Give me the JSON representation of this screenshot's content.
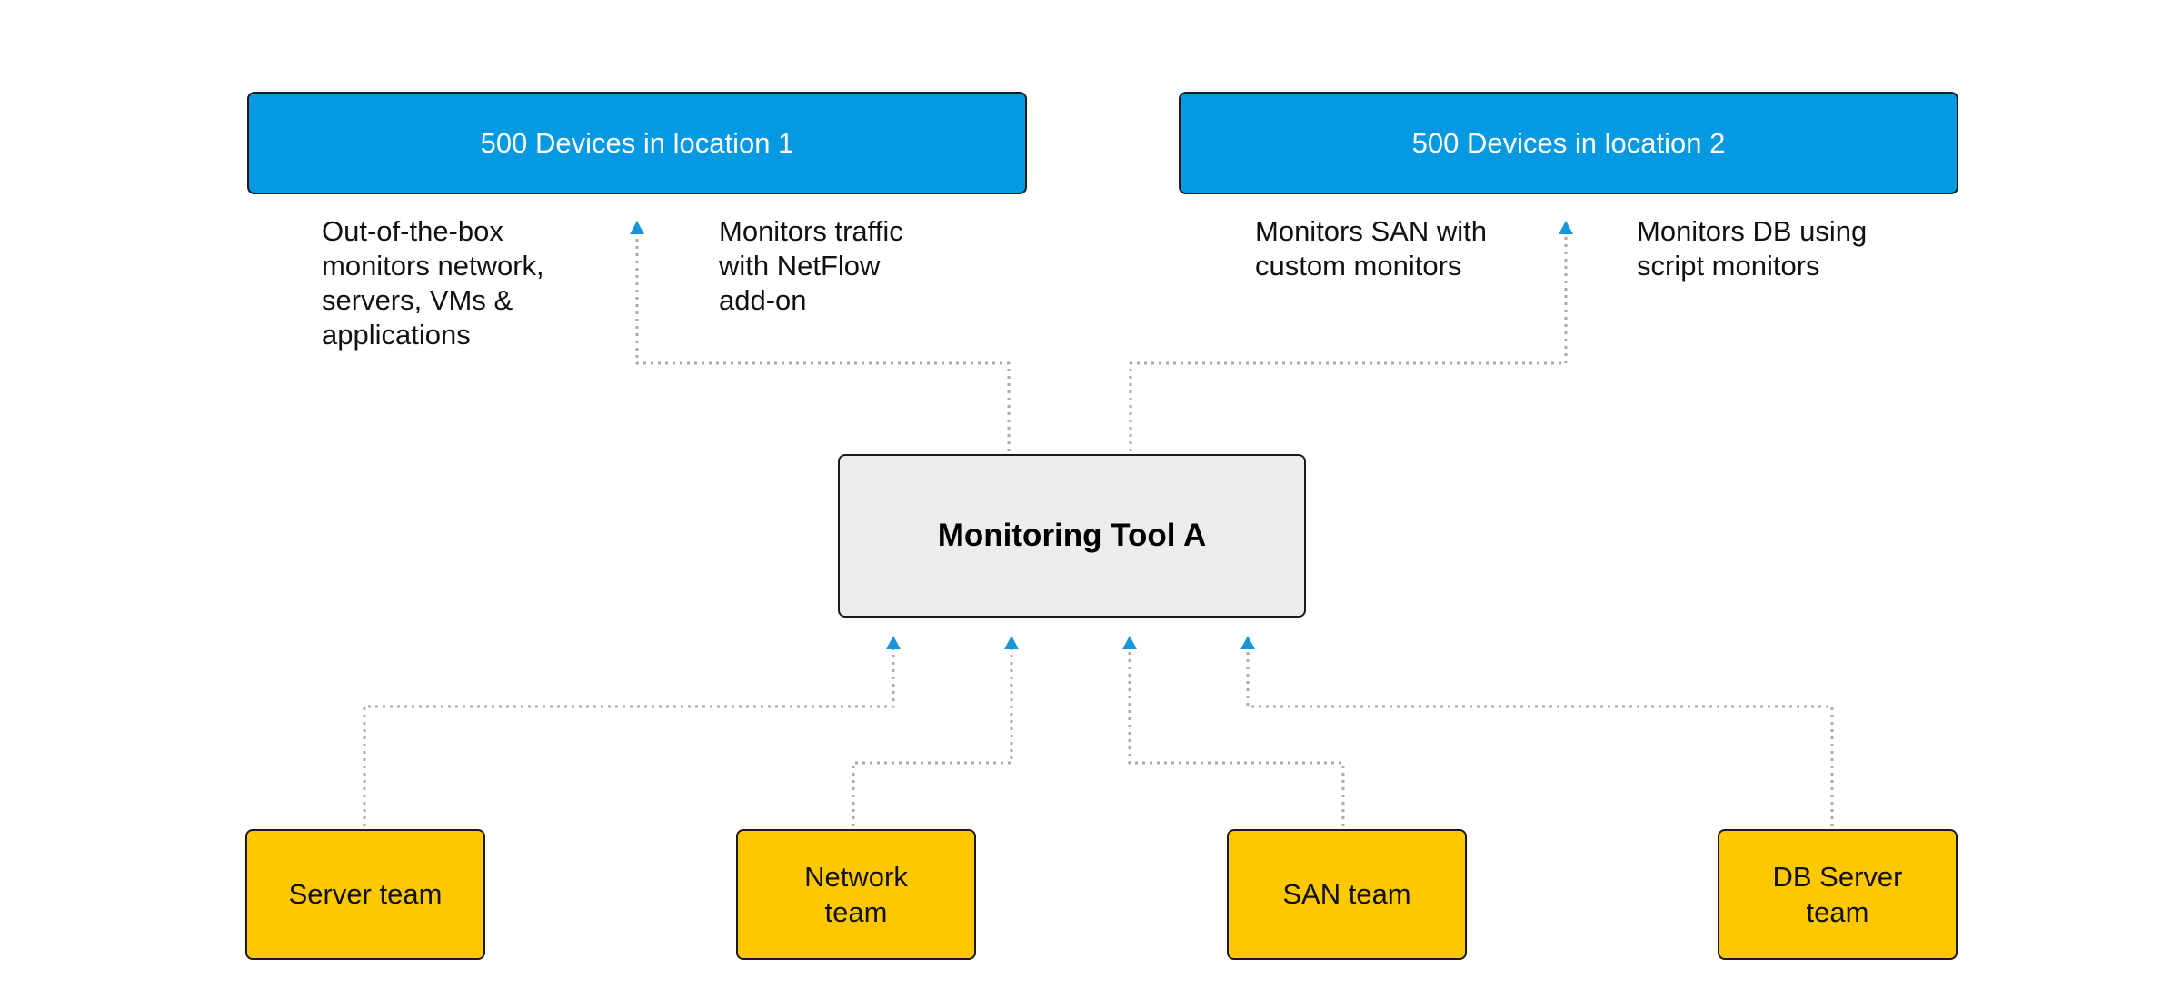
{
  "diagram": {
    "locations": [
      {
        "label": "500 Devices in location 1"
      },
      {
        "label": "500 Devices in location 2"
      }
    ],
    "tool": {
      "label": "Monitoring Tool A"
    },
    "annotations": [
      {
        "lines": [
          "Out-of-the-box",
          "monitors network,",
          "servers, VMs &",
          "applications"
        ]
      },
      {
        "lines": [
          "Monitors traffic",
          "with NetFlow",
          "add-on"
        ]
      },
      {
        "lines": [
          "Monitors SAN with",
          "custom monitors"
        ]
      },
      {
        "lines": [
          "Monitors DB using",
          "script monitors"
        ]
      }
    ],
    "teams": [
      {
        "lines": [
          "Server team"
        ]
      },
      {
        "lines": [
          "Network",
          "team"
        ]
      },
      {
        "lines": [
          "SAN team"
        ]
      },
      {
        "lines": [
          "DB Server",
          "team"
        ]
      }
    ]
  },
  "colors": {
    "location_fill": "#0599e1",
    "tool_fill": "#ebeceb",
    "team_fill": "#fdc800",
    "arrow": "#1a96d8",
    "connector": "#a9a9a9"
  }
}
